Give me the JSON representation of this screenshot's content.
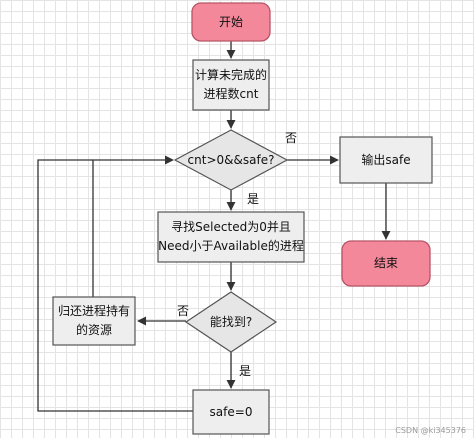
{
  "nodes": {
    "start": "开始",
    "count": "计算未完成的\n进程数cnt",
    "condition": "cnt>0&&safe?",
    "output": "输出safe",
    "end": "结束",
    "find": "寻找Selected为0并且\nNeed小于Available的进程",
    "found": "能找到?",
    "release": "归还进程持有\n的资源",
    "reset": "safe=0"
  },
  "edge_labels": {
    "no_condition": "否",
    "yes_condition": "是",
    "no_found": "否",
    "yes_found": "是"
  },
  "watermark": "CSDN @ki345376",
  "colors": {
    "terminal_fill": "#f4889b",
    "terminal_stroke": "#b85466",
    "process_fill": "#eeeeee",
    "process_stroke": "#555555",
    "decision_fill": "#e6e6e6",
    "line": "#333333"
  }
}
